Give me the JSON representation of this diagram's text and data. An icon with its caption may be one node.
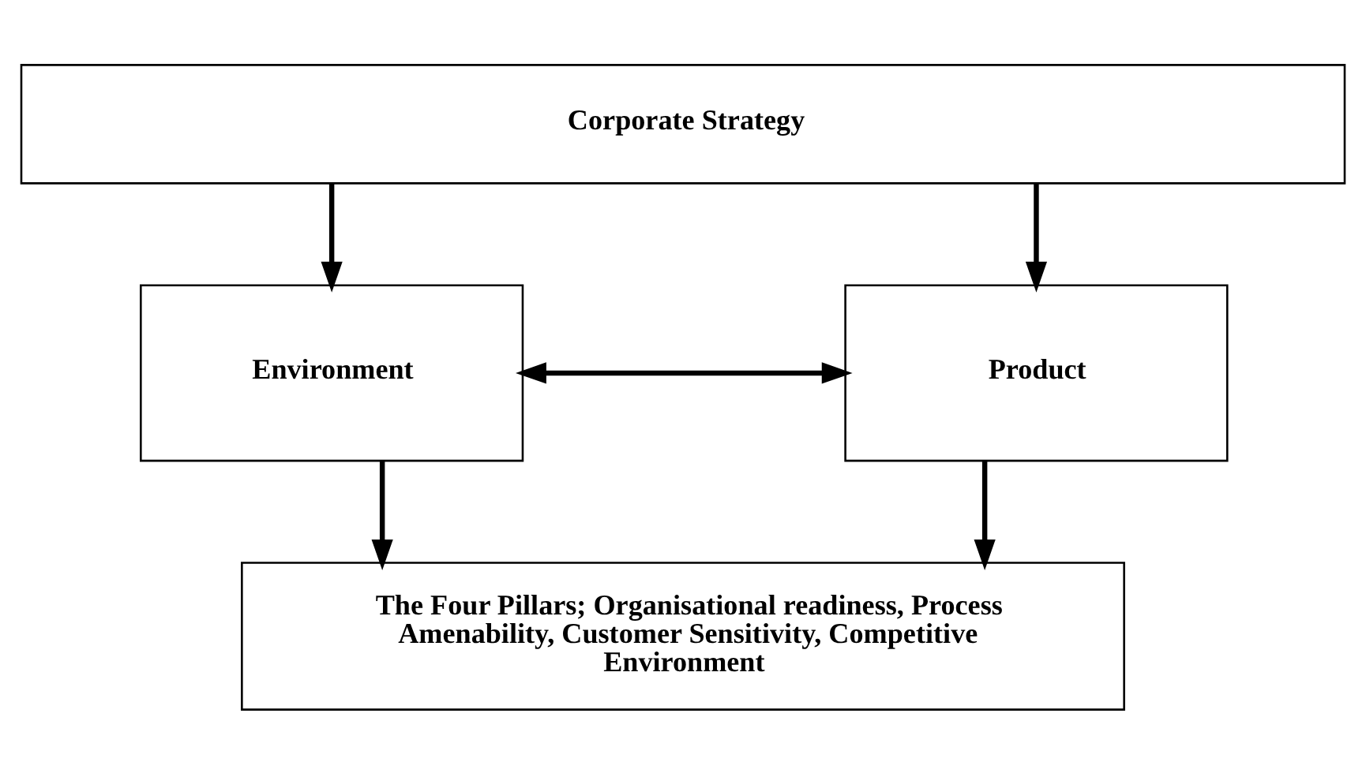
{
  "diagram": {
    "nodes": [
      {
        "text": [
          "Corporate Strategy"
        ]
      },
      {
        "text": [
          "Environment"
        ]
      },
      {
        "text": [
          "Product"
        ]
      },
      {
        "text": [
          "The Four Pillars; Organisational readiness, Process Amenability, Customer Sensitivity, Competitive Environment"
        ]
      }
    ],
    "edges": [
      {
        "from": 0,
        "to": 1,
        "arrow": "to"
      },
      {
        "from": 0,
        "to": 2,
        "arrow": "to"
      },
      {
        "from": 1,
        "to": 2,
        "arrow": "both"
      },
      {
        "from": 1,
        "to": 3,
        "arrow": "to"
      },
      {
        "from": 2,
        "to": 3,
        "arrow": "to"
      }
    ]
  }
}
